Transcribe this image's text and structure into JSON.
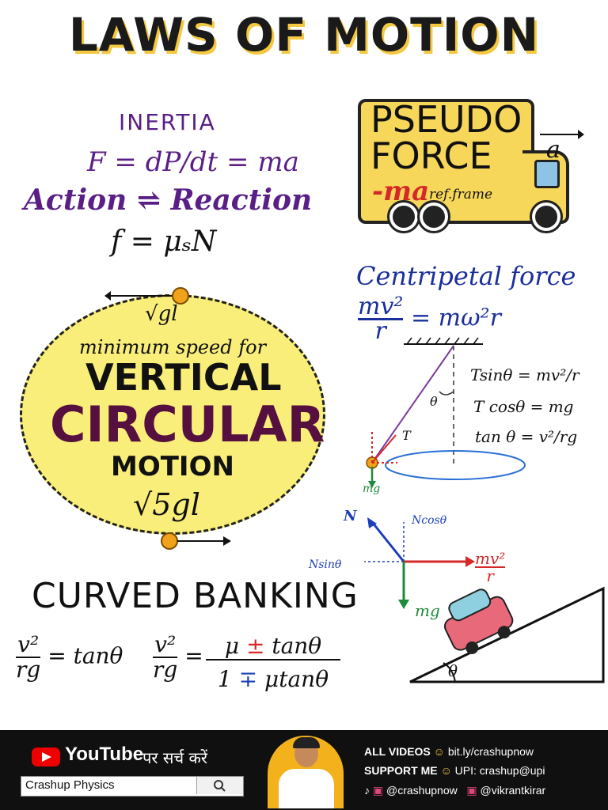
{
  "title": "LAWS OF MOTION",
  "inertia": {
    "heading": "INERTIA",
    "newton2": "F = dP/dt = ma",
    "newton3": "Action ⇌ Reaction",
    "friction": "f = μₛN"
  },
  "pseudo_force": {
    "line1": "PSEUDO",
    "line2": "FORCE",
    "ma": "-ma",
    "ref": "ref.frame",
    "accel": "a"
  },
  "centripetal": {
    "title": "Centripetal force",
    "eq_num": "mv²",
    "eq_den": "r",
    "eq_rhs": "= mω²r",
    "pendulum_eqs": [
      "Tsinθ = mv²/r",
      "T cosθ = mg",
      "tan θ = v²/rg"
    ],
    "theta": "θ",
    "tension": "T",
    "mg": "mg"
  },
  "vertical_circle": {
    "top_speed": "√gl",
    "caption": "minimum speed for",
    "line1": "VERTICAL",
    "line2": "CIRCULAR",
    "line3": "MOTION",
    "bottom_speed": "√5gl"
  },
  "banking": {
    "title": "CURVED BANKING",
    "eq1_num": "v²",
    "eq1_den": "rg",
    "eq1_rhs": "= tanθ",
    "eq2_num_a": "μ",
    "eq2_pm": "±",
    "eq2_num_b": "tanθ",
    "eq2_den_a": "1",
    "eq2_mp": "∓",
    "eq2_den_b": "μtanθ",
    "force_N": "N",
    "force_Ncos": "Ncosθ",
    "force_Nsin": "Nsinθ",
    "force_mg": "mg",
    "force_mv_num": "mv²",
    "force_mv_den": "r",
    "angle": "θ"
  },
  "footer": {
    "youtube": "YouTube",
    "search_hint": "पर सर्च करें",
    "search_value": "Crashup Physics",
    "all_videos_label": "ALL VIDEOS",
    "all_videos_link": "bit.ly/crashupnow",
    "support_label": "SUPPORT ME",
    "upi": "UPI: crashup@upi",
    "handle1": "@crashupnow",
    "handle2": "@vikrantkirar"
  },
  "colors": {
    "accent_yellow": "#f7d75a",
    "purple": "#5a1f86",
    "blue": "#1b2f9c",
    "red": "#d62828",
    "circle_fill": "#f9ee79"
  }
}
